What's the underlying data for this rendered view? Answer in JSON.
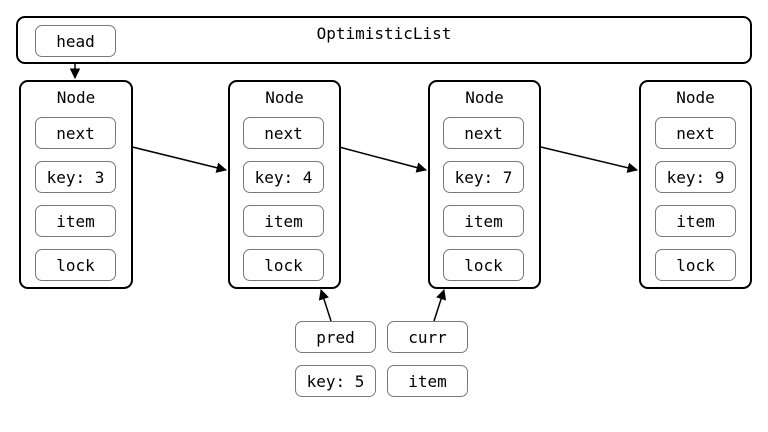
{
  "list": {
    "title": "OptimisticList",
    "head_label": "head"
  },
  "nodes": [
    {
      "title": "Node",
      "next": "next",
      "key": "key: 3",
      "item": "item",
      "lock": "lock"
    },
    {
      "title": "Node",
      "next": "next",
      "key": "key: 4",
      "item": "item",
      "lock": "lock"
    },
    {
      "title": "Node",
      "next": "next",
      "key": "key: 7",
      "item": "item",
      "lock": "lock"
    },
    {
      "title": "Node",
      "next": "next",
      "key": "key: 9",
      "item": "item",
      "lock": "lock"
    }
  ],
  "locals": {
    "pred": "pred",
    "curr": "curr",
    "key": "key: 5",
    "item": "item"
  },
  "colors": {
    "box_border": "#000000",
    "pill_border": "#7a7a7a",
    "arrow": "#000000"
  }
}
